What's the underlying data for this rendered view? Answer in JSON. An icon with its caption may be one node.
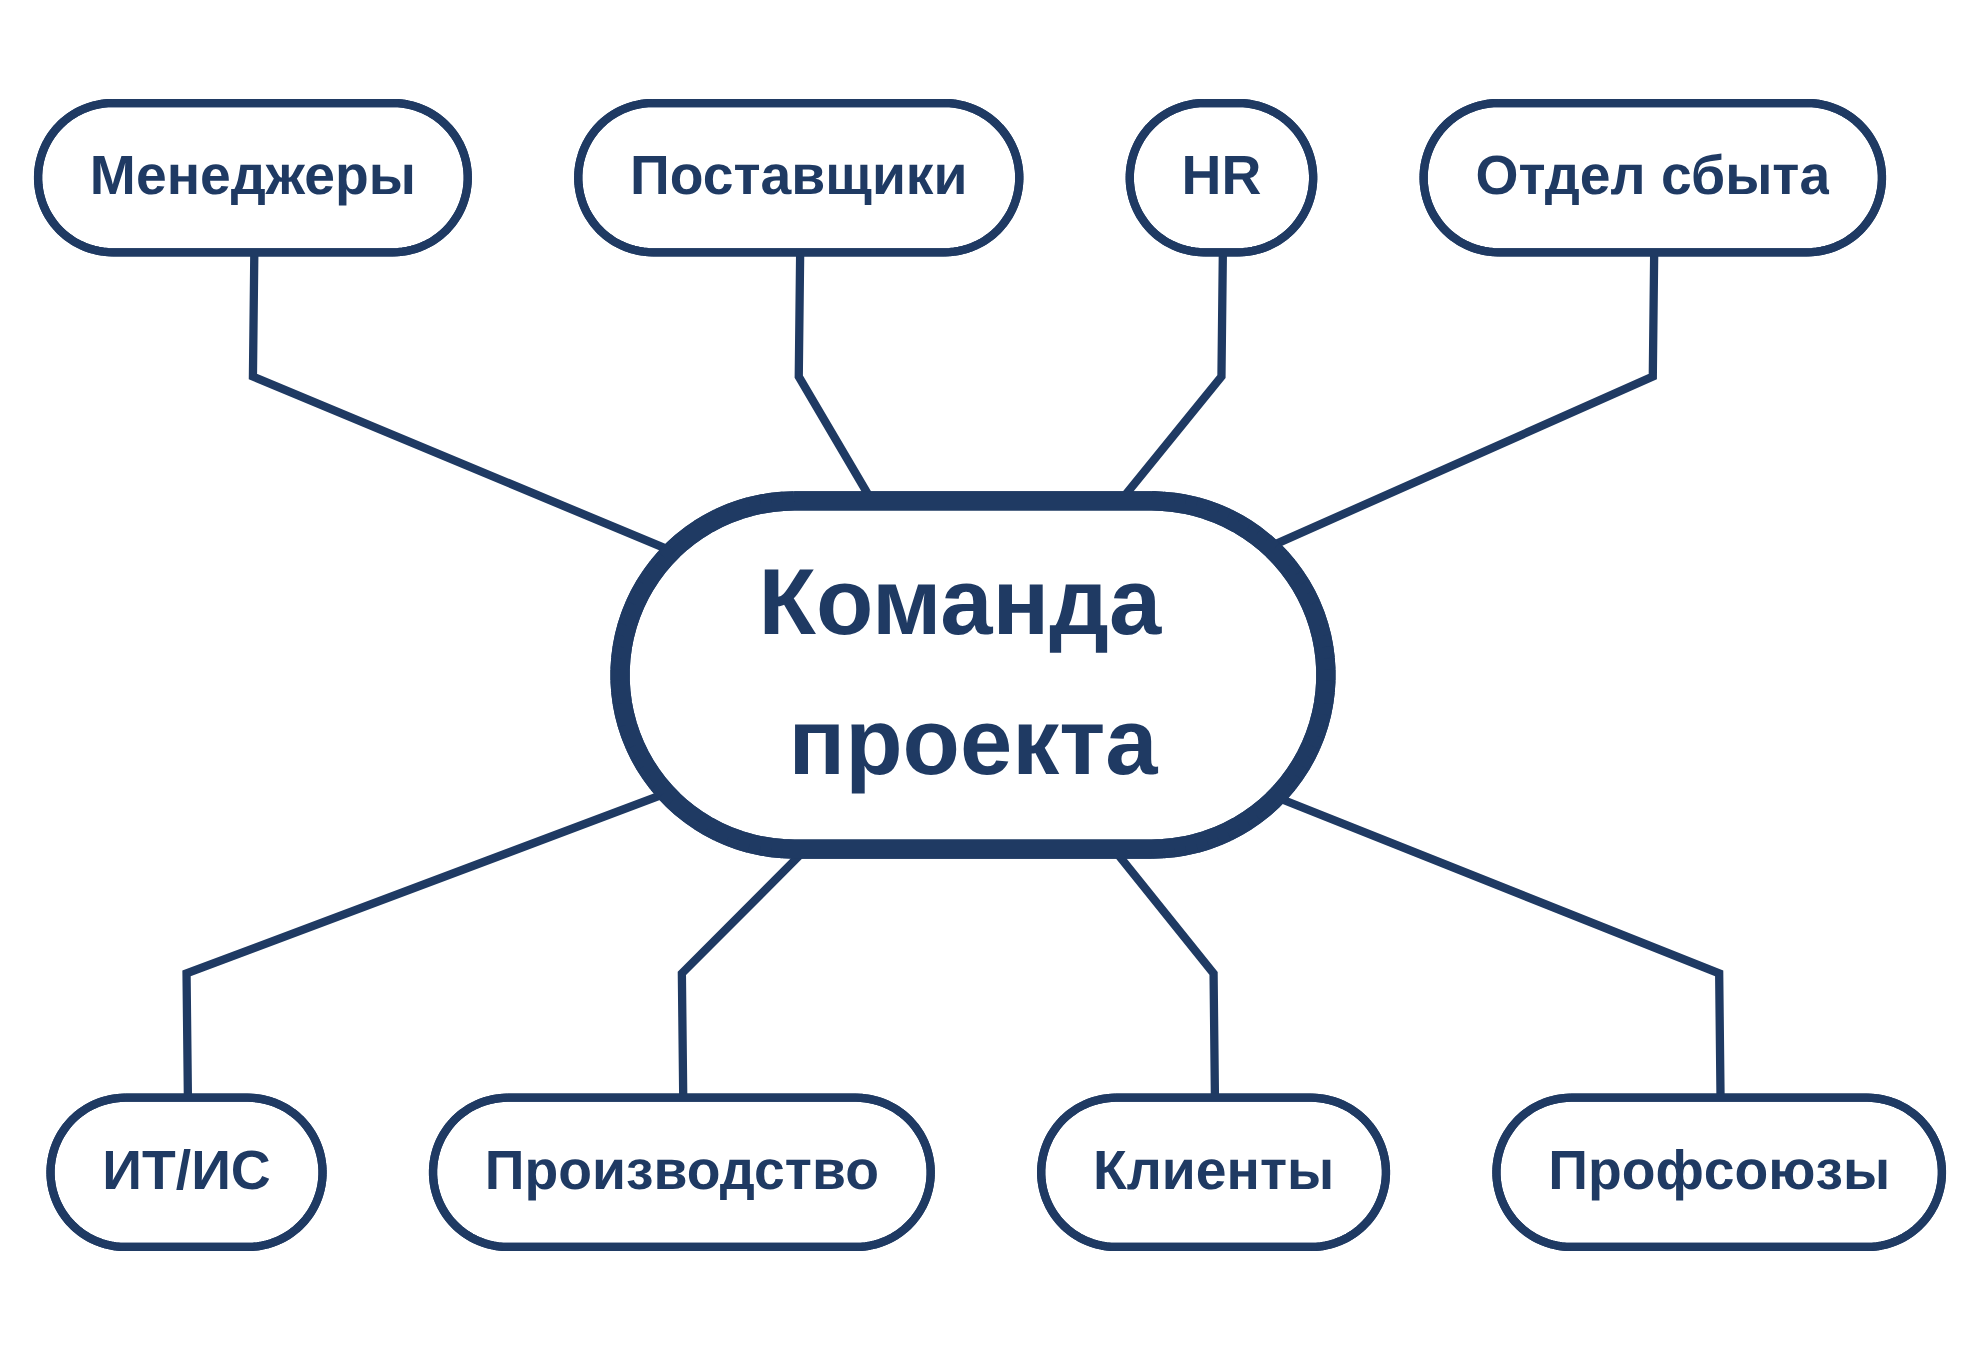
{
  "diagram": {
    "nodes": [
      {
        "text": [
          "Менеджеры"
        ]
      },
      {
        "text": [
          "Поставщики"
        ]
      },
      {
        "text": [
          "HR"
        ]
      },
      {
        "text": [
          "Отдел сбыта"
        ]
      },
      {
        "text": [
          "Команда проекта"
        ]
      },
      {
        "text": [
          "ИТ/ИС"
        ]
      },
      {
        "text": [
          "Производство"
        ]
      },
      {
        "text": [
          "Клиенты"
        ]
      },
      {
        "text": [
          "Профсоюзы"
        ]
      }
    ],
    "edges": [
      {
        "from": 0,
        "to": 4,
        "arrow": "none"
      },
      {
        "from": 1,
        "to": 4,
        "arrow": "none"
      },
      {
        "from": 2,
        "to": 4,
        "arrow": "none"
      },
      {
        "from": 3,
        "to": 4,
        "arrow": "none"
      },
      {
        "from": 4,
        "to": 5,
        "arrow": "none"
      },
      {
        "from": 4,
        "to": 6,
        "arrow": "none"
      },
      {
        "from": 4,
        "to": 7,
        "arrow": "none"
      },
      {
        "from": 4,
        "to": 8,
        "arrow": "none"
      }
    ]
  }
}
